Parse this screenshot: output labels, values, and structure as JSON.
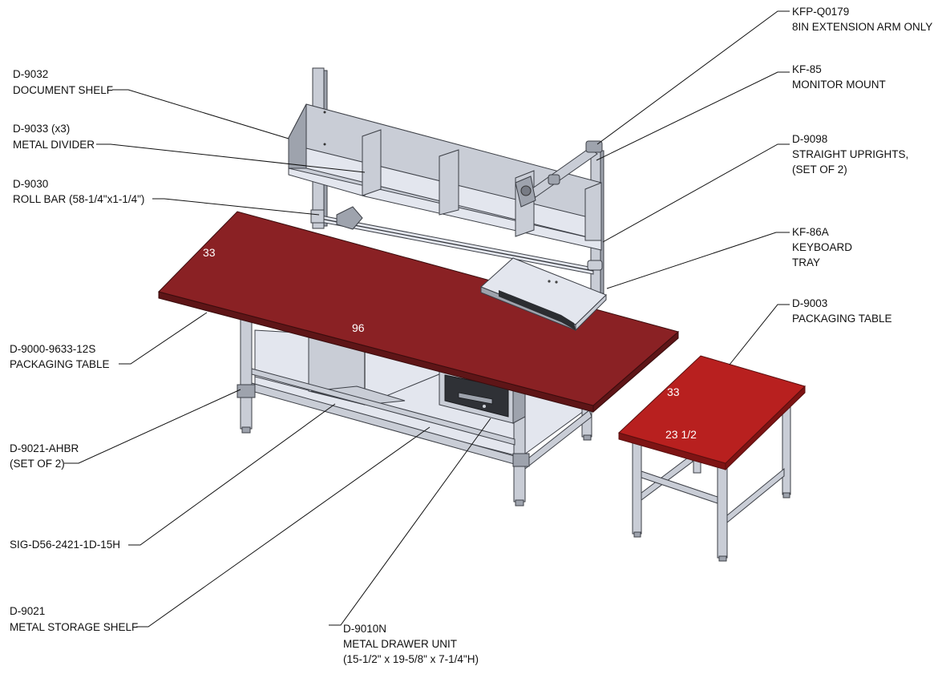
{
  "colors": {
    "main_top": "#8a2124",
    "main_top_edge": "#5e1517",
    "side_top": "#b8201f",
    "side_top_edge": "#7e1414",
    "steel": "#c9cdd6",
    "line": "#111111"
  },
  "labels": [
    {
      "part": "KFP-Q0179",
      "desc": [
        "8IN EXTENSION ARM ONLY"
      ]
    },
    {
      "part": "KF-85",
      "desc": [
        "MONITOR MOUNT"
      ]
    },
    {
      "part": "D-9098",
      "desc": [
        "STRAIGHT UPRIGHTS,",
        "(SET OF 2)"
      ]
    },
    {
      "part": "KF-86A",
      "desc": [
        "KEYBOARD",
        "TRAY"
      ]
    },
    {
      "part": "D-9003",
      "desc": [
        "PACKAGING TABLE"
      ]
    },
    {
      "part": "D-9032",
      "desc": [
        "DOCUMENT SHELF"
      ]
    },
    {
      "part": "D-9033 (x3)",
      "desc": [
        "METAL DIVIDER"
      ]
    },
    {
      "part": "D-9030",
      "desc": [
        "ROLL BAR (58-1/4\"x1-1/4\")"
      ]
    },
    {
      "part": "D-9000-9633-12S",
      "desc": [
        "PACKAGING TABLE"
      ]
    },
    {
      "part": "D-9021-AHBR",
      "desc": [
        "(SET OF 2)"
      ]
    },
    {
      "part": "SIG-D56-2421-1D-15H",
      "desc": []
    },
    {
      "part": "D-9021",
      "desc": [
        "METAL STORAGE SHELF"
      ]
    },
    {
      "part": "D-9010N",
      "desc": [
        "METAL DRAWER UNIT",
        "(15-1/2\" x 19-5/8\" x 7-1/4\"H)"
      ]
    }
  ],
  "dimensions": {
    "main_depth": "33",
    "main_length": "96",
    "side_depth": "33",
    "side_width": "23 1/2"
  }
}
